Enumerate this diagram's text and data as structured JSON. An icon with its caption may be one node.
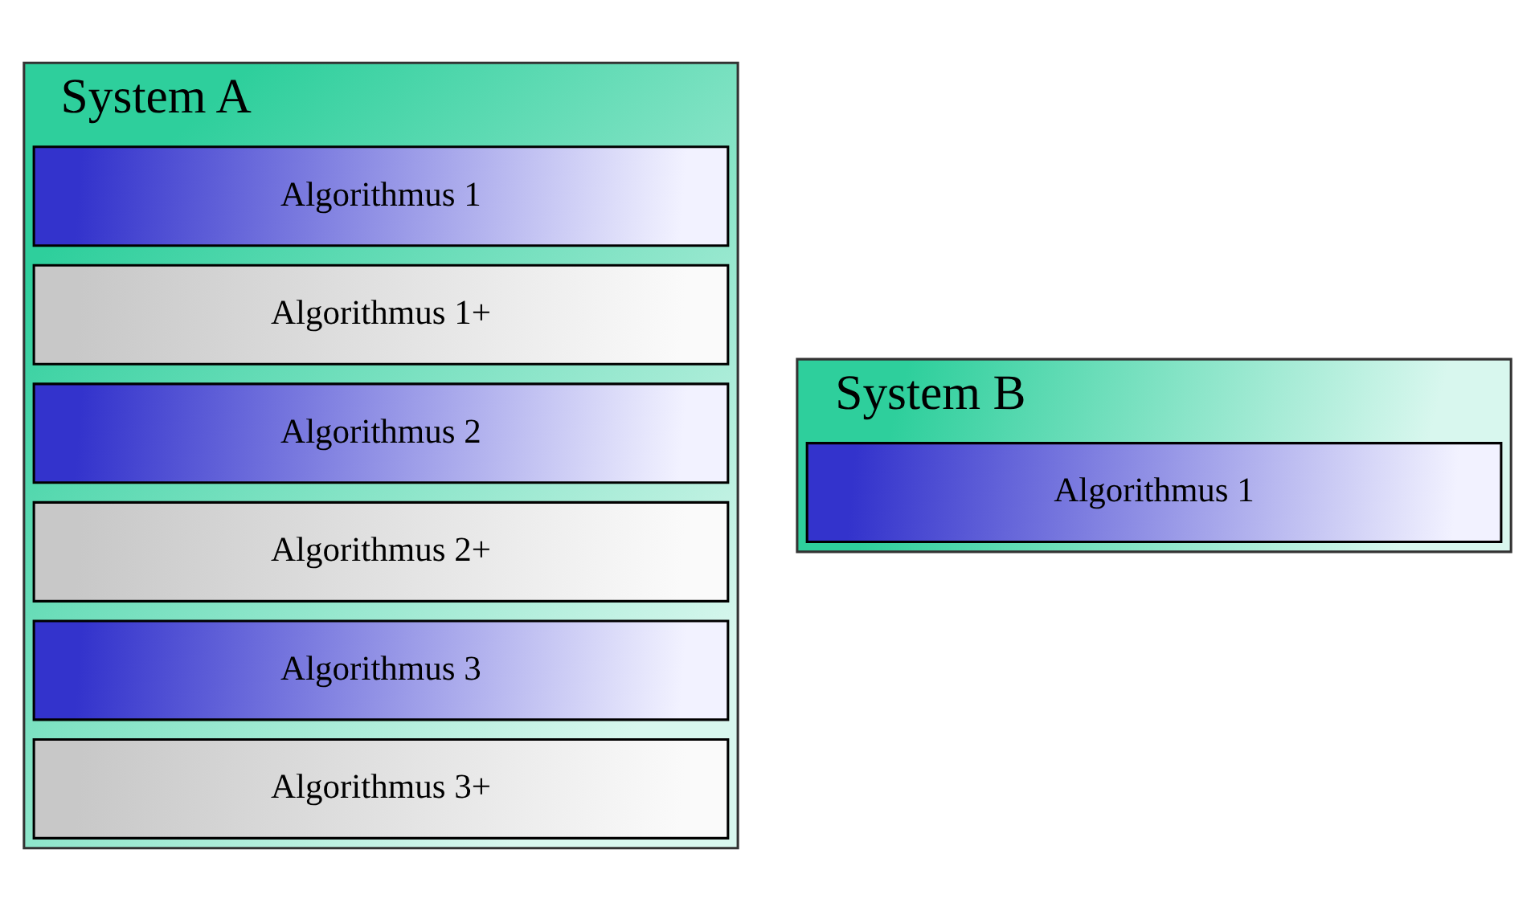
{
  "diagram": {
    "nodes": [
      {
        "text": [
          "System A"
        ]
      },
      {
        "text": [
          "Algorithmus 1"
        ],
        "in": 0
      },
      {
        "text": [
          "Algorithmus 1+"
        ],
        "in": 0
      },
      {
        "text": [
          "Algorithmus 2"
        ],
        "in": 0
      },
      {
        "text": [
          "Algorithmus 2+"
        ],
        "in": 0
      },
      {
        "text": [
          "Algorithmus 3"
        ],
        "in": 0
      },
      {
        "text": [
          "Algorithmus 3+"
        ],
        "in": 0
      },
      {
        "text": [
          "System B"
        ]
      },
      {
        "text": [
          "Algorithmus 1"
        ],
        "in": 7
      }
    ]
  }
}
